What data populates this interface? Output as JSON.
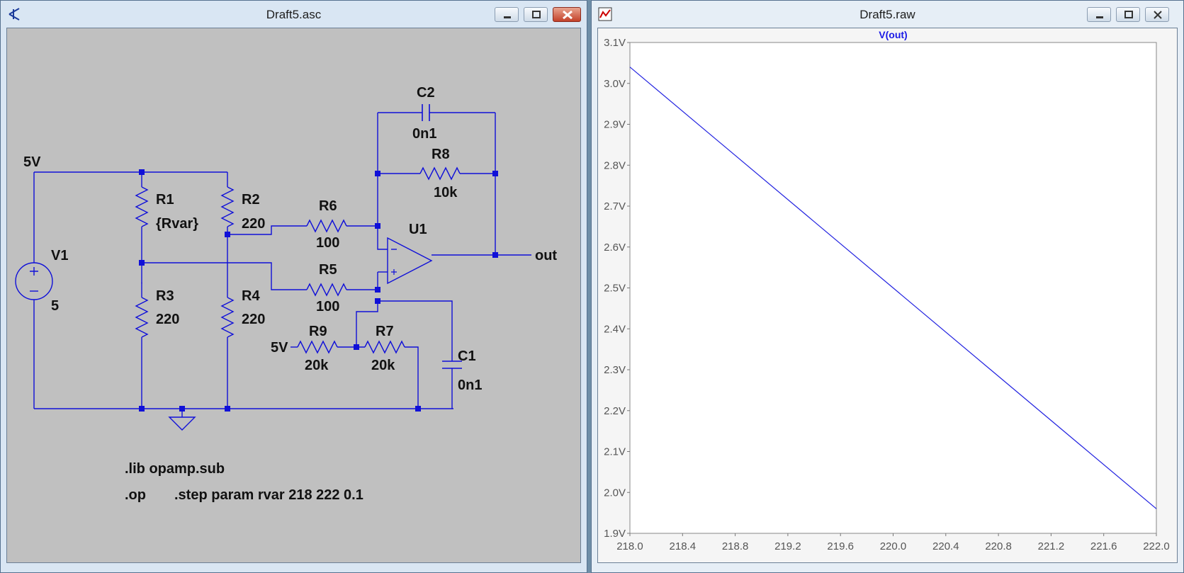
{
  "schematic_window": {
    "title": "Draft5.asc",
    "controls": [
      "minimize",
      "maximize",
      "close"
    ]
  },
  "waveform_window": {
    "title": "Draft5.raw",
    "controls": [
      "minimize",
      "maximize",
      "close"
    ]
  },
  "schematic": {
    "net_labels": {
      "supply_top": "5V",
      "supply_r9": "5V",
      "output": "out"
    },
    "components": {
      "V1": {
        "name": "V1",
        "value": "5"
      },
      "R1": {
        "name": "R1",
        "value": "{Rvar}"
      },
      "R2": {
        "name": "R2",
        "value": "220"
      },
      "R3": {
        "name": "R3",
        "value": "220"
      },
      "R4": {
        "name": "R4",
        "value": "220"
      },
      "R5": {
        "name": "R5",
        "value": "100"
      },
      "R6": {
        "name": "R6",
        "value": "100"
      },
      "R7": {
        "name": "R7",
        "value": "20k"
      },
      "R8": {
        "name": "R8",
        "value": "10k"
      },
      "R9": {
        "name": "R9",
        "value": "20k"
      },
      "C1": {
        "name": "C1",
        "value": "0n1"
      },
      "C2": {
        "name": "C2",
        "value": "0n1"
      },
      "U1": {
        "name": "U1"
      }
    },
    "directives": {
      "lib": ".lib opamp.sub",
      "op": ".op",
      "step": ".step param rvar 218 222 0.1"
    },
    "colors": {
      "wire": "#1010d8",
      "node": "#1010d8",
      "background": "#c0c0c0"
    }
  },
  "chart_data": {
    "type": "line",
    "trace_label": "V(out)",
    "series": [
      {
        "name": "V(out)",
        "x": [
          218.0,
          222.0
        ],
        "y": [
          3.04,
          1.96
        ],
        "color": "#2020e0"
      }
    ],
    "xlim": [
      218.0,
      222.0
    ],
    "ylim": [
      1.9,
      3.1
    ],
    "x_ticks": [
      "218.0",
      "218.4",
      "218.8",
      "219.2",
      "219.6",
      "220.0",
      "220.4",
      "220.8",
      "221.2",
      "221.6",
      "222.0"
    ],
    "y_ticks": [
      "1.9V",
      "2.0V",
      "2.1V",
      "2.2V",
      "2.3V",
      "2.4V",
      "2.5V",
      "2.6V",
      "2.7V",
      "2.8V",
      "2.9V",
      "3.0V",
      "3.1V"
    ],
    "grid": false
  }
}
